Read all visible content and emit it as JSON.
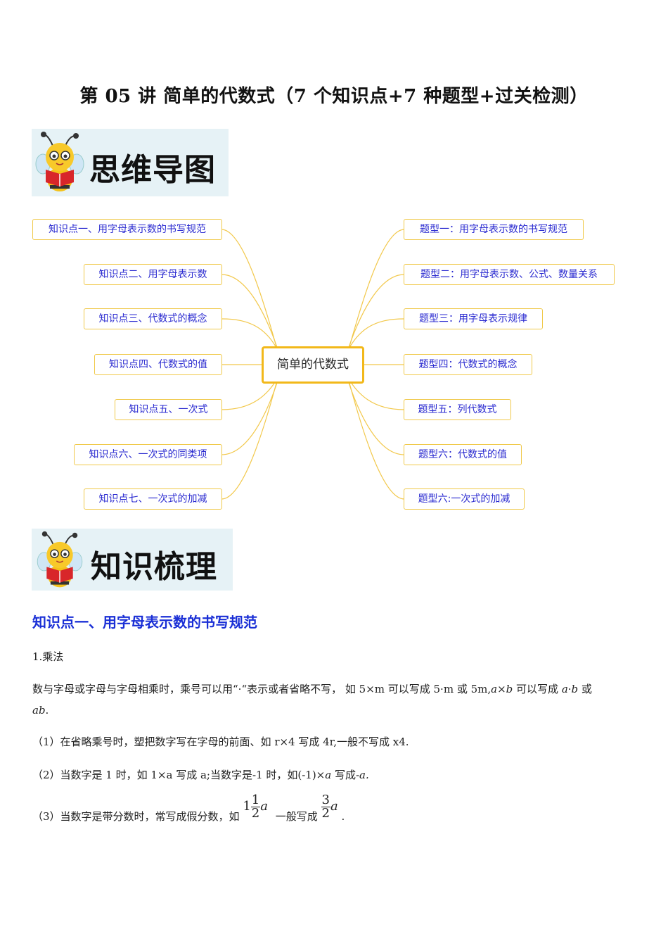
{
  "title": "第 05 讲  简单的代数式（7 个知识点+7 种题型+过关检测）",
  "banner_mindmap": "思维导图",
  "banner_knowledge": "知识梳理",
  "mindmap": {
    "center": "简单的代数式",
    "left_nodes": [
      "知识点一、用字母表示数的书写规范",
      "知识点二、用字母表示数",
      "知识点三、代数式的概念",
      "知识点四、代数式的值",
      "知识点五、一次式",
      "知识点六、一次式的同类项",
      "知识点七、一次式的加减"
    ],
    "right_nodes": [
      "题型一：用字母表示数的书写规范",
      "题型二：用字母表示数、公式、数量关系",
      "题型三：用字母表示规律",
      "题型四：代数式的概念",
      "题型五：列代数式",
      "题型六：代数式的值",
      "题型六:一次式的加减"
    ],
    "line_color": "#f2c84b",
    "node_text_color": "#2a2ad0"
  },
  "section": {
    "heading": "知识点一、用字母表示数的书写规范",
    "item_title": "1.乘法",
    "intro_1": "数与字母或字母与字母相乘时，乘号可以用“·“表示或者省略不写，   如 5×m 可以写成 5·m 或 5m,",
    "intro_a1": "a",
    "intro_times": "×",
    "intro_b1": "b",
    "intro_mid": " 可以写成 ",
    "intro_a2": "a",
    "intro_dot": "·",
    "intro_b2": "b",
    "intro_or": " 或",
    "intro_ab": "ab",
    "intro_end": ".",
    "rule1": "（1）在省略乘号时，塑把数字写在字母的前面、如 r×4 写成 4r,一般不写成 x4.",
    "rule2_a": "（2）当数字是 1 时，如 1×a 写成 a;当数字是-1 时，如(-1)×",
    "rule2_var": "a",
    "rule2_b": " 写成",
    "rule2_res": "-a.",
    "rule3_a": "（3）当数字是带分数时，常写成假分数，如 ",
    "mixed_whole": "1",
    "mixed_num": "1",
    "mixed_den": "2",
    "mixed_var": "a",
    "rule3_b": "一般写成",
    "improper_num": "3",
    "improper_den": "2",
    "improper_var": "a",
    "rule3_end": "."
  },
  "colors": {
    "heading_blue": "#1a2fd6",
    "banner_bg": "#e6f2f6",
    "center_border": "#f2b81a"
  }
}
